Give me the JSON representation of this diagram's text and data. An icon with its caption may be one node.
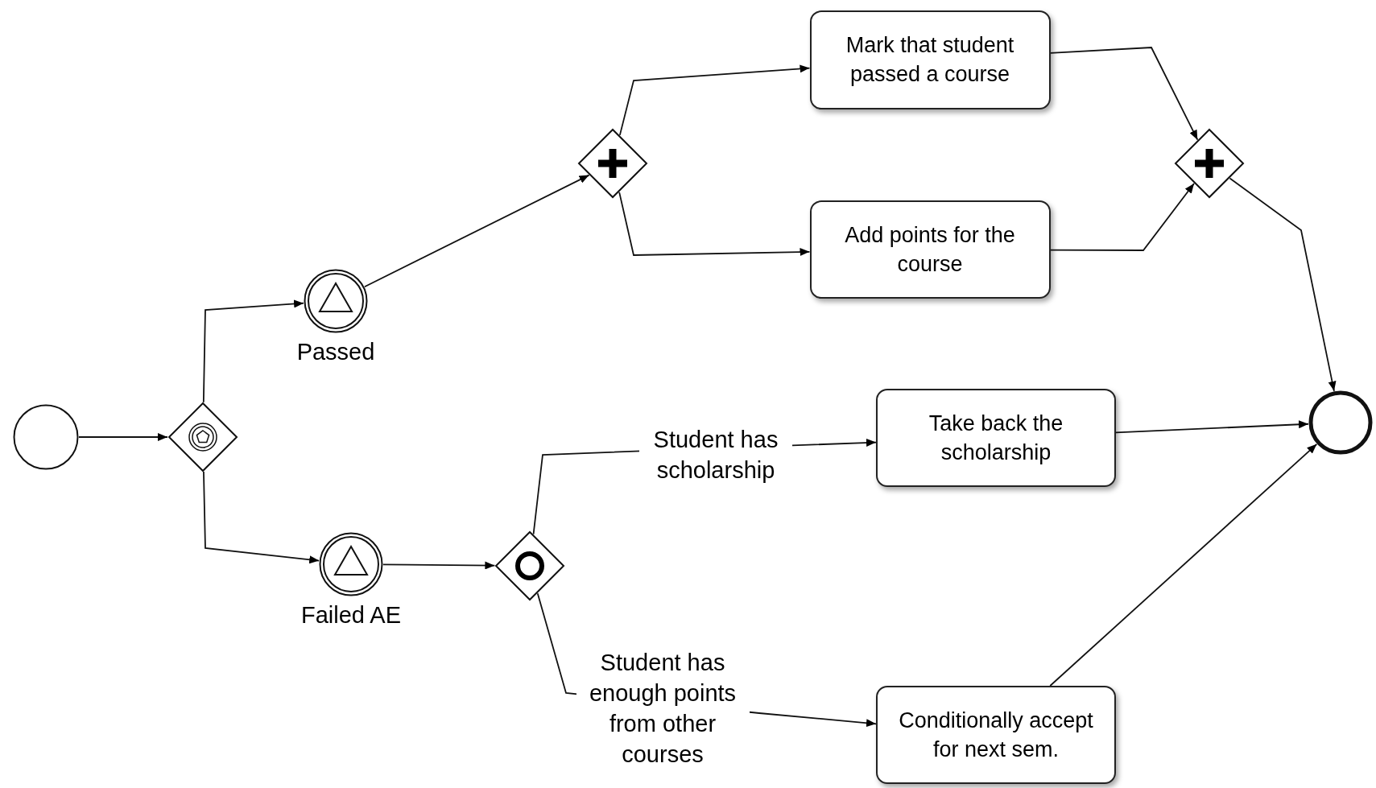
{
  "diagram": {
    "nodes": [
      {
        "text": [],
        "shape": "circle"
      },
      {
        "text": [],
        "shape": "diamond"
      },
      {
        "text": [
          "Passed"
        ]
      },
      {
        "text": [
          "Failed AE"
        ]
      },
      {
        "text": [],
        "shape": "diamond"
      },
      {
        "text": [
          "Mark that student passed a course"
        ]
      },
      {
        "text": [
          "Add points for the course"
        ]
      },
      {
        "text": [],
        "shape": "diamond"
      },
      {
        "text": [],
        "shape": "diamond"
      },
      {
        "text": [
          "Take back the scholarship"
        ]
      },
      {
        "text": [
          "Conditionally accept for next sem."
        ]
      },
      {
        "text": [],
        "shape": "circle"
      }
    ],
    "edges": [
      {
        "from": 0,
        "to": 1,
        "arrow": "to"
      },
      {
        "from": 1,
        "to": 2,
        "arrow": "to"
      },
      {
        "from": 1,
        "to": 3,
        "arrow": "to"
      },
      {
        "from": 2,
        "to": 4,
        "arrow": "to"
      },
      {
        "from": 4,
        "to": 5,
        "arrow": "to"
      },
      {
        "from": 4,
        "to": 6,
        "arrow": "to"
      },
      {
        "from": 5,
        "to": 7,
        "arrow": "to"
      },
      {
        "from": 6,
        "to": 7,
        "arrow": "to"
      },
      {
        "from": 7,
        "to": 11,
        "arrow": "to"
      },
      {
        "from": 3,
        "to": 8,
        "arrow": "to"
      },
      {
        "from": 8,
        "to": 9,
        "arrow": "to",
        "label": "Student has scholarship"
      },
      {
        "from": 8,
        "to": 10,
        "arrow": "to",
        "label": "Student has enough points from other courses"
      },
      {
        "from": 9,
        "to": 11,
        "arrow": "to"
      },
      {
        "from": 10,
        "to": 11,
        "arrow": "to"
      }
    ]
  }
}
